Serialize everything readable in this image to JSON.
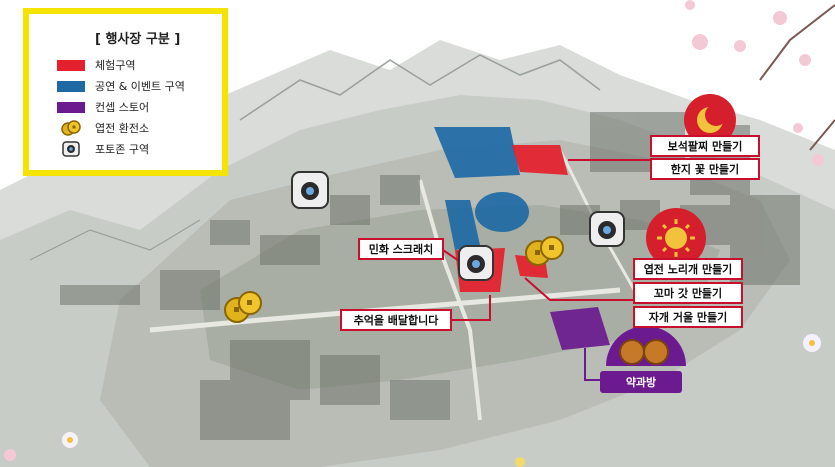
{
  "legend": {
    "title": "[ 행사장 구분 ]",
    "items": [
      {
        "label": "체험구역",
        "color": "#e5202e",
        "icon": "red-swatch"
      },
      {
        "label": "공연 & 이벤트 구역",
        "color": "#1f6aa5",
        "icon": "blue-swatch"
      },
      {
        "label": "컨셉 스토어",
        "color": "#6b1a8f",
        "icon": "purple-swatch"
      },
      {
        "label": "엽전 환전소",
        "icon": "coin-icon"
      },
      {
        "label": "포토존 구역",
        "icon": "camera-icon"
      }
    ]
  },
  "callouts": {
    "bosuk": "보석팔찌 만들기",
    "hanji": "한지 꽃 만들기",
    "minhwa": "민화 스크래치",
    "chueok": "추억을 배달합니다",
    "yeopjeon": "엽전 노리개 만들기",
    "kkoma": "꼬마 갓 만들기",
    "jagae": "자개 거울 만들기",
    "yakgwa": "약과방"
  },
  "colors": {
    "experience": "#e5202e",
    "performance": "#1f6aa5",
    "concept": "#6b1a8f",
    "legend_border": "#f5e400",
    "callout_border": "#c8102e"
  }
}
